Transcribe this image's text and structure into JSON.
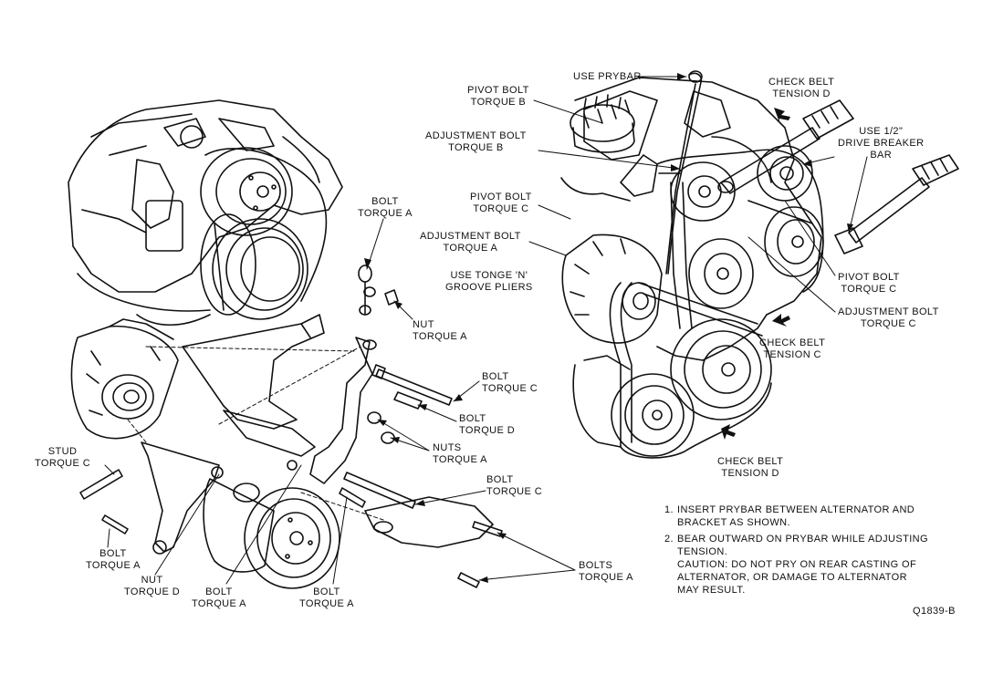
{
  "labels": {
    "use_prybar": "USE PRYBAR",
    "pivot_bolt_b": [
      "PIVOT BOLT",
      "TORQUE B"
    ],
    "adjustment_bolt_b": [
      "ADJUSTMENT BOLT",
      "TORQUE B"
    ],
    "pivot_bolt_c_top": [
      "PIVOT BOLT",
      "TORQUE C"
    ],
    "adjustment_bolt_a": [
      "ADJUSTMENT BOLT",
      "TORQUE A"
    ],
    "use_tongue_pliers": [
      "USE TONGE 'N'",
      "GROOVE PLIERS"
    ],
    "check_belt_tension_d_top": [
      "CHECK BELT",
      "TENSION d"
    ],
    "use_drive_breaker_bar": [
      "USE 1/2\"",
      "DRIVE BREAKER",
      "BAR"
    ],
    "pivot_bolt_c_right": [
      "PIVOT BOLT",
      "TORQUE C"
    ],
    "adjustment_bolt_c": [
      "ADJUSTMENT BOLT",
      "TORQUE C"
    ],
    "check_belt_tension_c": [
      "CHECK BELT",
      "TENSION C"
    ],
    "check_belt_tension_d_bottom": [
      "CHECK BELT",
      "TENSION d"
    ],
    "bolt_torque_a_top": [
      "BOLT",
      "TORQUE A"
    ],
    "nut_torque_a": [
      "NUT",
      "TORQUE A"
    ],
    "bolt_torque_c_mid": [
      "BOLT",
      "TORQUE C"
    ],
    "bolt_torque_d": [
      "BOLT",
      "TORQUE D"
    ],
    "nuts_torque_a": [
      "NUTS",
      "TORQUE A"
    ],
    "bolt_torque_c_low": [
      "BOLT",
      "TORQUE  C"
    ],
    "stud_torque_c": [
      "STUD",
      "TORQUE C"
    ],
    "bolt_torque_a_left": [
      "BOLT",
      "TORQUE A"
    ],
    "nut_torque_d": [
      "NUT",
      "TORQUE D"
    ],
    "bolt_torque_a_mid": [
      "BOLT",
      "TORQUE A"
    ],
    "bolt_torque_a_bottom": [
      "BOLT",
      "TORQUE A"
    ],
    "bolts_torque_a": [
      "BOLTS",
      "TORQUE A"
    ]
  },
  "notes": [
    {
      "num": "1.",
      "text": "INSERT PRYBAR BETWEEN ALTERNATOR AND\nBRACKET AS SHOWN."
    },
    {
      "num": "2.",
      "text": "BEAR OUTWARD ON PRYBAR WHILE ADJUSTING\nTENSION.\nCAUTION: DO NOT PRY ON REAR CASTING OF\nALTERNATOR, OR DAMAGE TO ALTERNATOR\nMAY RESULT."
    }
  ],
  "figure_id": "Q1839-B",
  "colors": {
    "ink": "#111111",
    "paper": "#ffffff"
  }
}
